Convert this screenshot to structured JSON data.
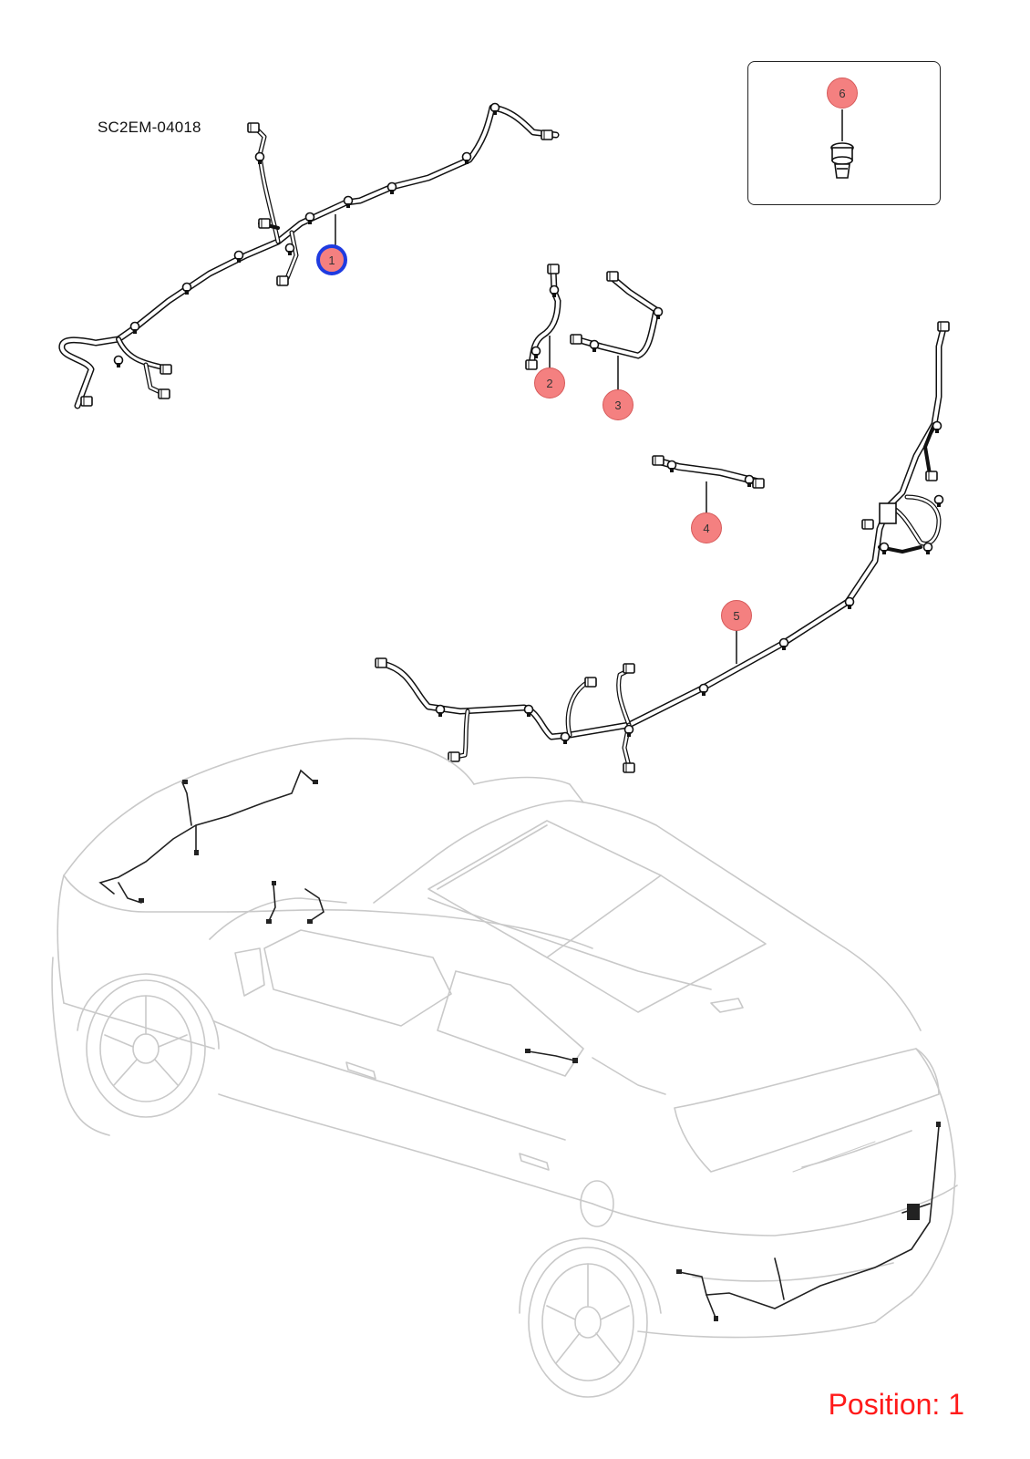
{
  "diagram": {
    "code": "SC2EM-04018",
    "position_text": "Position: 1",
    "selected_callout": "1",
    "colors": {
      "callout_fill": "#f48080",
      "callout_border": "#d65a5a",
      "selected_ring": "#1f3be0",
      "position_text": "#ff1a1a",
      "car_outline": "#c9c9c9",
      "harness": "#1a1a1a"
    }
  },
  "callouts": [
    {
      "id": "1",
      "label": "1"
    },
    {
      "id": "2",
      "label": "2"
    },
    {
      "id": "3",
      "label": "3"
    },
    {
      "id": "4",
      "label": "4"
    },
    {
      "id": "5",
      "label": "5"
    },
    {
      "id": "6",
      "label": "6"
    }
  ]
}
